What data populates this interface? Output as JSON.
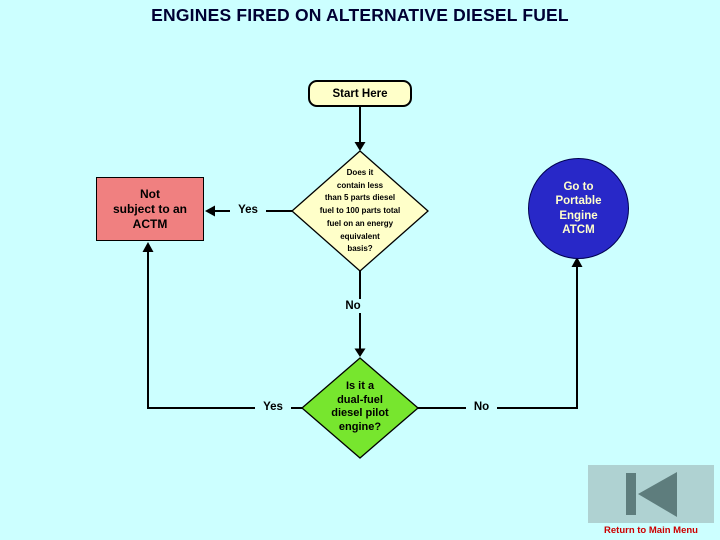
{
  "title": "ENGINES FIRED ON ALTERNATIVE DIESEL FUEL",
  "nodes": {
    "start": {
      "label": "Start Here"
    },
    "decision_fuel_ratio": {
      "lines": [
        "Does it",
        "contain less",
        "than 5 parts diesel",
        "fuel to 100 parts total",
        "fuel on an energy",
        "equivalent",
        "basis?"
      ]
    },
    "not_subject": {
      "lines": [
        "Not",
        "subject to an",
        "ACTM"
      ]
    },
    "go_to_portable": {
      "lines": [
        "Go to",
        "Portable",
        "Engine",
        "ATCM"
      ]
    },
    "decision_dual_fuel": {
      "lines": [
        "Is it a",
        "dual-fuel",
        "diesel pilot",
        "engine?"
      ]
    }
  },
  "edges": {
    "fuel_ratio_yes": "Yes",
    "fuel_ratio_no": "No",
    "dual_fuel_yes": "Yes",
    "dual_fuel_no": "No"
  },
  "footer": {
    "return_label": "Return to Main Menu"
  },
  "colors": {
    "background": "#CCFFFF",
    "title_text": "#000033",
    "start_fill": "#FFFFC9",
    "decision1_fill": "#FFFFC9",
    "not_subject_fill": "#F08080",
    "circle_fill": "#2828C8",
    "circle_text": "#FFFFCC",
    "decision2_fill": "#77E62E",
    "connector": "#000000",
    "button_fill": "#AFD2D2",
    "button_icon": "#5E7D7D",
    "return_text": "#CC0000"
  }
}
